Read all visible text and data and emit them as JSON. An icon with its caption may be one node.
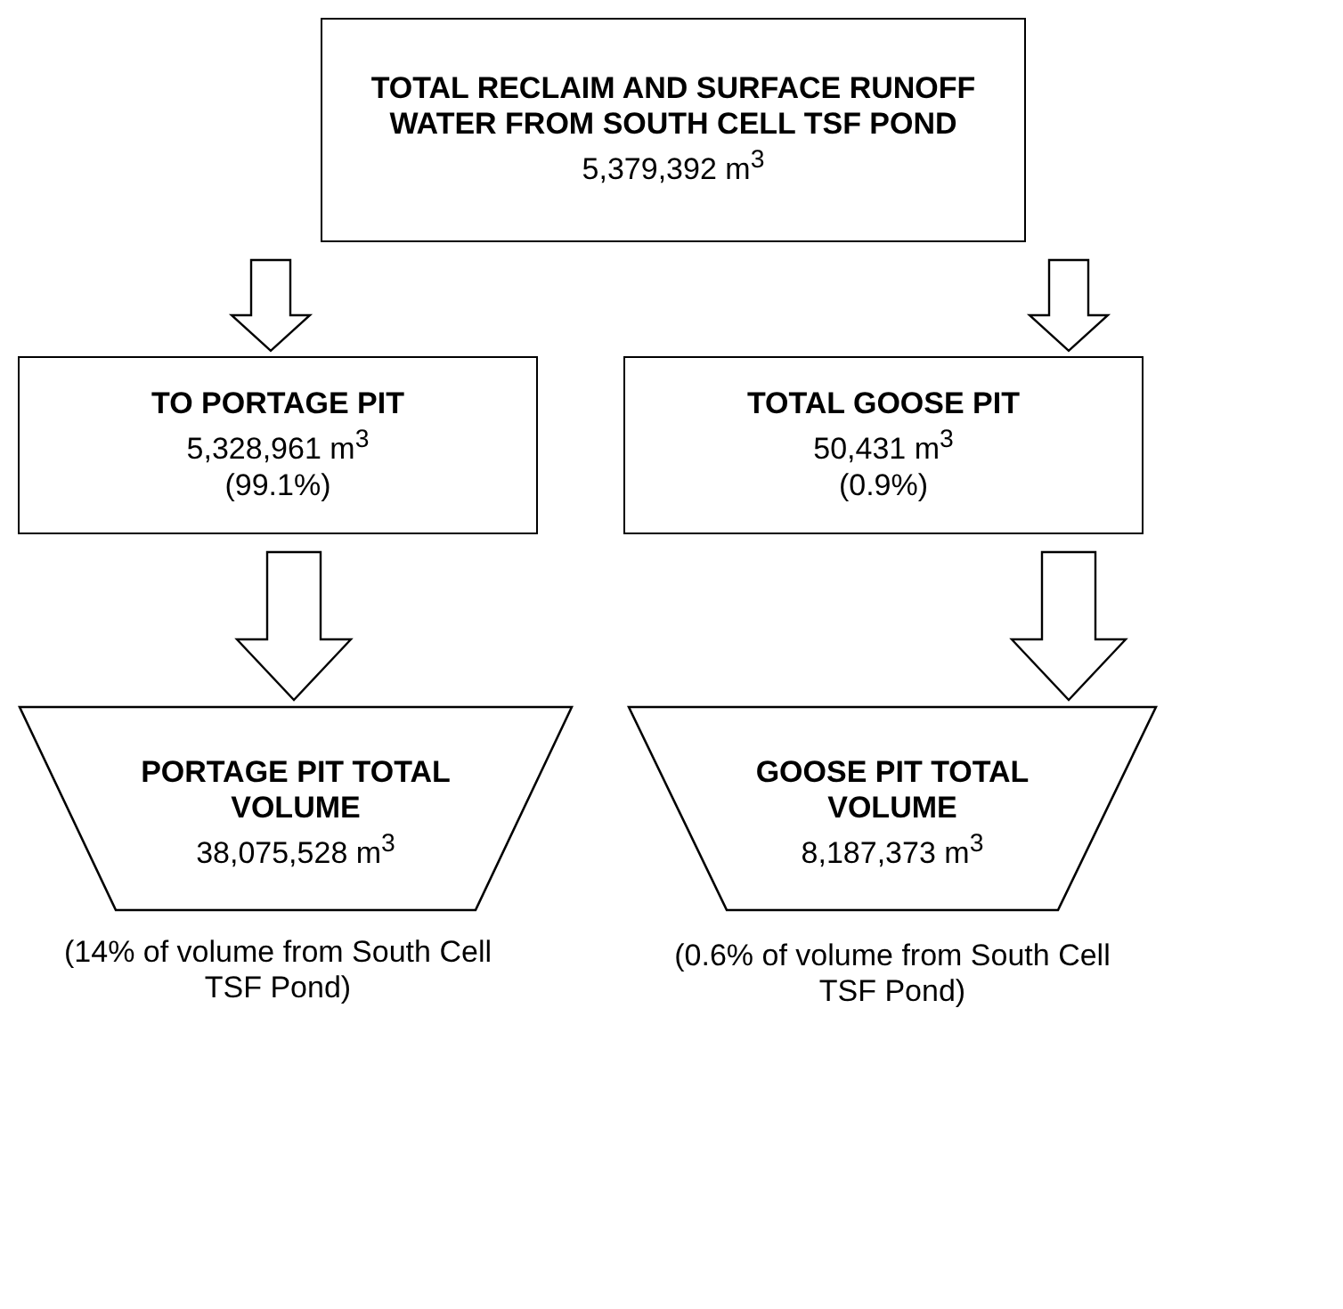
{
  "diagram": {
    "nodes": [
      {
        "text": [
          "TOTAL RECLAIM AND SURFACE RUNOFF WATER FROM SOUTH CELL TSF POND",
          "5,379,392 m$^{3}$"
        ]
      },
      {
        "text": [
          "TO PORTAGE PIT",
          "5,328,961 m$^{3}$",
          "(99.1%)"
        ]
      },
      {
        "text": [
          "TOTAL GOOSE PIT",
          "50,431 m$^{3}$",
          "(0.9%)"
        ]
      },
      {
        "text": [
          "PORTAGE PIT TOTAL VOLUME",
          "38,075,528 m$^{3}$"
        ],
        "beside": [
          "(14% of volume from South Cell TSF Pond)"
        ]
      },
      {
        "text": [
          "GOOSE PIT TOTAL VOLUME",
          "8,187,373 m$^{3}$"
        ],
        "beside": [
          "(0.6% of volume from South Cell TSF Pond)"
        ]
      }
    ],
    "edges": [
      {
        "from": 0,
        "to": 1,
        "arrow": "to"
      },
      {
        "from": 0,
        "to": 2,
        "arrow": "to"
      },
      {
        "from": 1,
        "to": 3,
        "arrow": "to"
      },
      {
        "from": 2,
        "to": 4,
        "arrow": "to"
      }
    ]
  }
}
